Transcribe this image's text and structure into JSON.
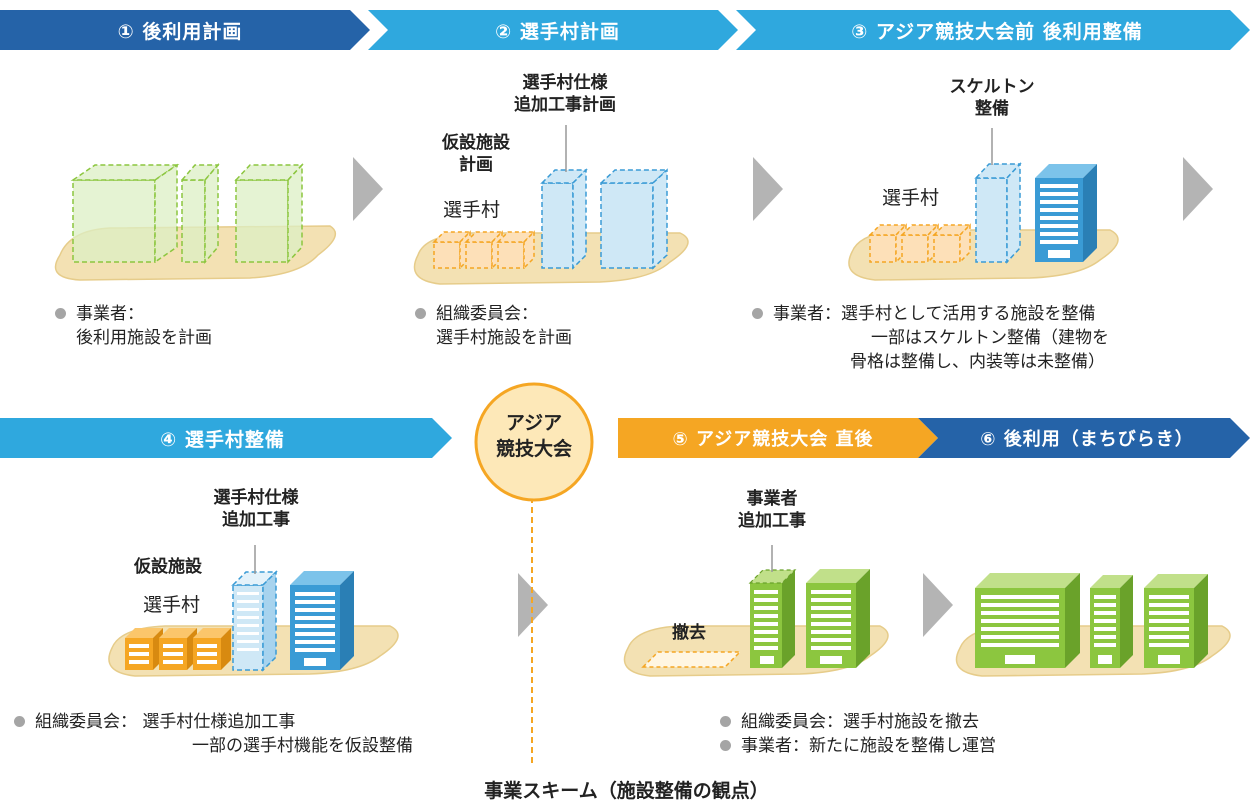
{
  "steps": {
    "s1": "① 後利用計画",
    "s2": "② 選手村計画",
    "s3": "③ アジア競技大会前 後利用整備",
    "s4": "④ 選手村整備",
    "s5": "⑤ アジア競技大会 直後",
    "s6": "⑥ 後利用（まちびらき）"
  },
  "center_circle": {
    "line1": "アジア",
    "line2": "競技大会"
  },
  "panel2": {
    "spec_l1": "選手村仕様",
    "spec_l2": "追加工事計画",
    "temp_l1": "仮設施設",
    "temp_l2": "計画",
    "village": "選手村"
  },
  "panel3": {
    "skel_l1": "スケルトン",
    "skel_l2": "整備",
    "village": "選手村"
  },
  "panel4": {
    "spec_l1": "選手村仕様",
    "spec_l2": "追加工事",
    "temp": "仮設施設",
    "village": "選手村"
  },
  "panel5": {
    "op_l1": "事業者",
    "op_l2": "追加工事",
    "remove": "撤去"
  },
  "bullets": {
    "b1": {
      "l1": "事業者：",
      "l2": "後利用施設を計画"
    },
    "b2": {
      "l1": "組織委員会：",
      "l2": "選手村施設を計画"
    },
    "b3": {
      "l1": "事業者：選手村として活用する施設を整備",
      "l2": "一部はスケルトン整備（建物を",
      "l3": "骨格は整備し、内装等は未整備）"
    },
    "b4": {
      "l1": "組織委員会：  選手村仕様追加工事",
      "l2": "一部の選手村機能を仮設整備"
    },
    "b5": {
      "l1": "組織委員会：選手村施設を撤去"
    },
    "b6": {
      "l1": "事業者：新たに施設を整備し運営"
    }
  },
  "caption": "事業スキーム（施設整備の観点）",
  "colors": {
    "dark_blue": "#2563a8",
    "light_blue": "#2fa8de",
    "orange": "#f5a623",
    "ground": "#f3e1b3",
    "green": "#8cc63f",
    "bldg_blue": "#3a9bd5",
    "circle_fill": "#fde8b8",
    "circle_stroke": "#f5a623"
  }
}
